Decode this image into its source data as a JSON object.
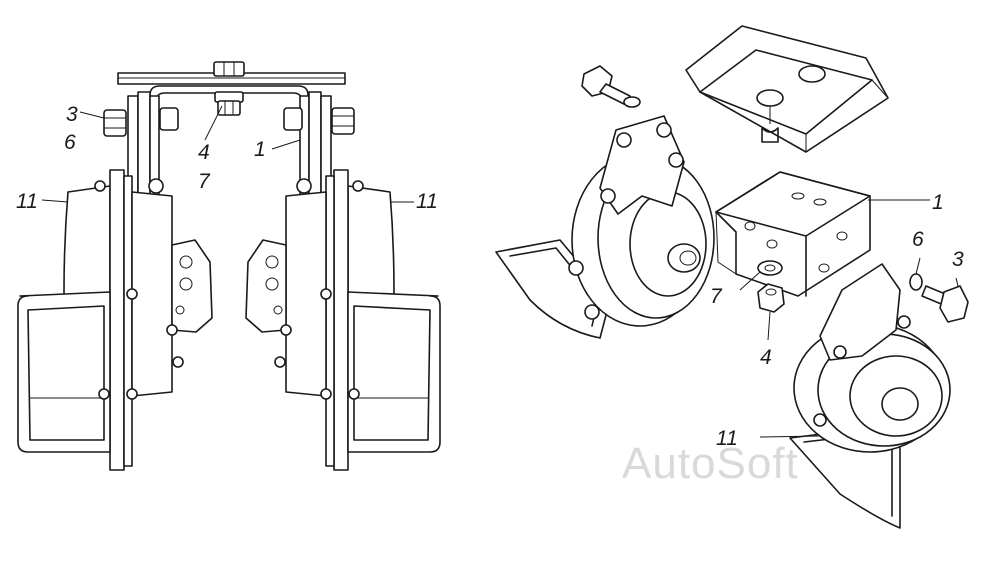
{
  "callouts": {
    "left_view": {
      "horn_left": "11",
      "horn_right": "11",
      "bolt": "3",
      "washer_spring": "6",
      "nut": "4",
      "washer": "7",
      "bracket": "1"
    },
    "right_view": {
      "bracket": "1",
      "washer_spring": "6",
      "bolt": "3",
      "washer": "7",
      "nut": "4",
      "horn": "11"
    }
  },
  "watermark": "AutoSoft",
  "colors": {
    "line": "#1a1a1a",
    "background": "#ffffff",
    "watermark": "#d9d9d9"
  }
}
